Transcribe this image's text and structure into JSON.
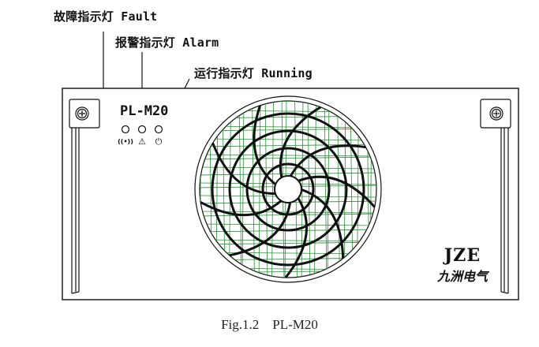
{
  "labels": {
    "fault": {
      "zh": "故障指示灯",
      "en": "Fault"
    },
    "alarm": {
      "zh": "报警指示灯",
      "en": "Alarm"
    },
    "running": {
      "zh": "运行指示灯",
      "en": "Running"
    }
  },
  "panel": {
    "model": "PL-M20",
    "brand": "JZE",
    "brand_cn": "九洲电气"
  },
  "indicators": [
    {
      "name": "fault",
      "symbol": "((•))"
    },
    {
      "name": "alarm",
      "symbol": "⚠"
    },
    {
      "name": "running",
      "symbol": "⏻"
    }
  ],
  "caption": {
    "fig": "Fig.1.2",
    "model": "PL-M20"
  }
}
